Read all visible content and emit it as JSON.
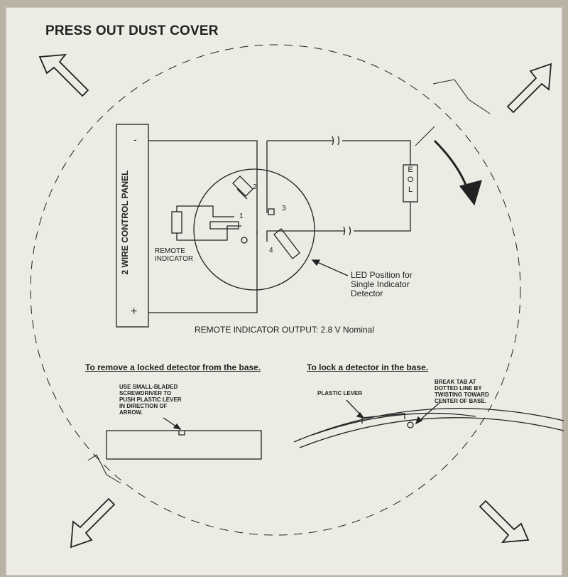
{
  "title": "PRESS OUT DUST COVER",
  "panel_label": "2 WIRE CONTROL PANEL",
  "terminal_minus": "-",
  "terminal_plus": "+",
  "eol_letters": [
    "E",
    "O",
    "L"
  ],
  "remote_indicator_label": [
    "REMOTE",
    "INDICATOR"
  ],
  "led_label": [
    "LED Position for",
    "Single Indicator",
    "Detector"
  ],
  "output_label": "REMOTE INDICATOR OUTPUT: 2.8 V Nominal",
  "terminal_numbers": [
    "1",
    "2",
    "3",
    "4"
  ],
  "remove_heading": "To remove a locked detector from the base.",
  "remove_note": [
    "USE SMALL-BLADED",
    "SCREWDRIVER TO",
    "PUSH PLASTIC LEVER",
    "IN DIRECTION OF",
    "ARROW."
  ],
  "lock_heading": "To lock a detector in the base.",
  "lever_label": "PLASTIC LEVER",
  "tab_note": [
    "BREAK TAB AT",
    "DOTTED LINE BY",
    "TWISTING TOWARD",
    "CENTER OF BASE."
  ],
  "colors": {
    "card": "#ecebe4",
    "ink": "#222222",
    "background": "#b9b3a5"
  }
}
